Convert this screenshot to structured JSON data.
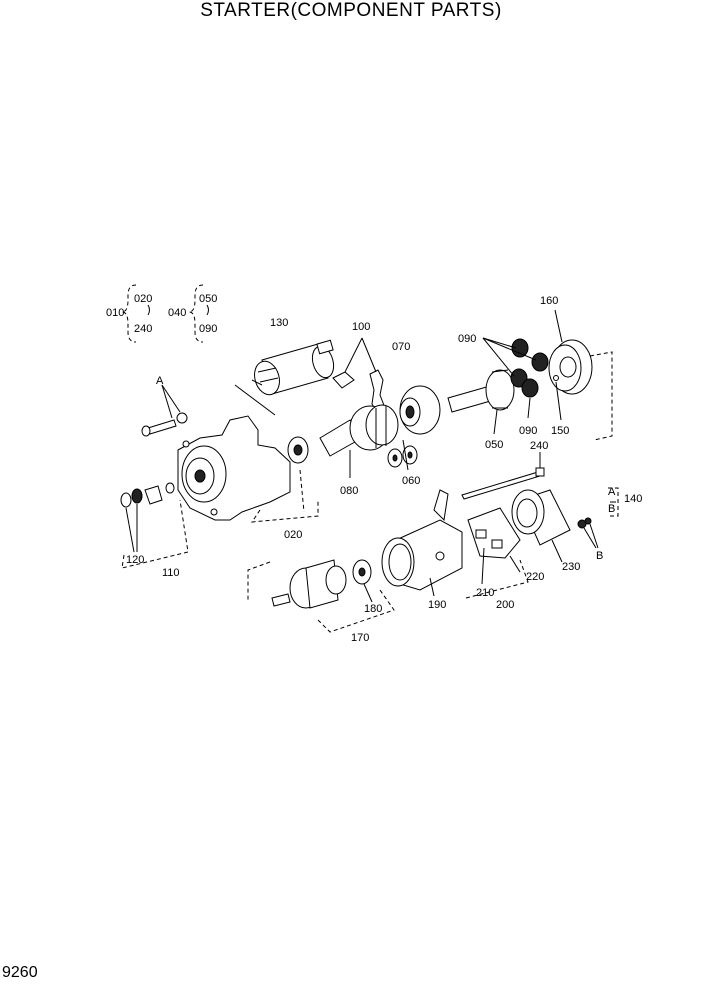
{
  "title": "STARTER(COMPONENT PARTS)",
  "page_number": "9260",
  "callouts": {
    "p010": "010",
    "p020a": "020",
    "p240a": "240",
    "p040": "040",
    "p050a": "050",
    "p090a": "090",
    "p130": "130",
    "p100": "100",
    "p070": "070",
    "p090b": "090",
    "p160": "160",
    "p050b": "050",
    "p090c": "090",
    "p150": "150",
    "p240b": "240",
    "pA1": "A",
    "p020b": "020",
    "p080": "080",
    "p060": "060",
    "p120": "120",
    "p110": "110",
    "p140": "140",
    "pA2": "A",
    "pB1": "B",
    "pB2": "B",
    "p230": "230",
    "p220": "220",
    "p210": "210",
    "p200": "200",
    "p190": "190",
    "p180": "180",
    "p170": "170"
  }
}
